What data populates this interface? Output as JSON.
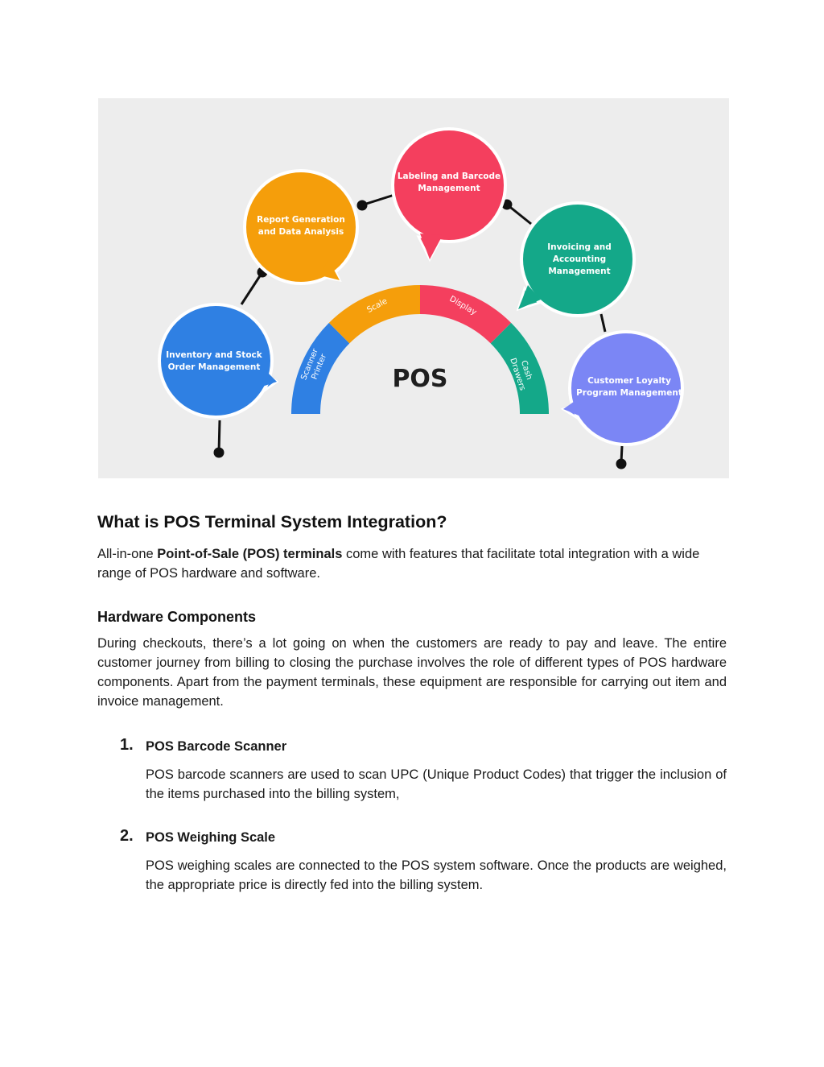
{
  "diagram": {
    "center_label": "POS",
    "arc_segments": [
      {
        "label_lines": [
          "Scanner",
          "Printer"
        ],
        "color": "#2f80e3"
      },
      {
        "label_lines": [
          "Scale"
        ],
        "color": "#f59e0b"
      },
      {
        "label_lines": [
          "Display"
        ],
        "color": "#f43f5e"
      },
      {
        "label_lines": [
          "Cash",
          "Drawers"
        ],
        "color": "#14a889"
      }
    ],
    "bubbles": [
      {
        "lines": [
          "Inventory and Stock",
          "Order Management"
        ],
        "color": "#2f80e3"
      },
      {
        "lines": [
          "Report Generation",
          "and Data Analysis"
        ],
        "color": "#f59e0b"
      },
      {
        "lines": [
          "Labeling and Barcode",
          "Management"
        ],
        "color": "#f43f5e"
      },
      {
        "lines": [
          "Invoicing and",
          "Accounting",
          "Management"
        ],
        "color": "#14a889"
      },
      {
        "lines": [
          "Customer Loyalty",
          "Program Management"
        ],
        "color": "#7b86f5"
      }
    ]
  },
  "section": {
    "title": "What is POS Terminal System Integration?",
    "intro_pre": "All-in-one ",
    "intro_bold": "Point-of-Sale (POS) terminals",
    "intro_post": " come with features that facilitate total integration with a wide range of POS hardware and software."
  },
  "hardware": {
    "title": "Hardware Components",
    "body": "During checkouts, there’s a lot going on when the customers are ready to pay and leave. The entire customer journey from billing to closing the purchase involves the role of different types of POS hardware components. Apart from the payment terminals, these equipment are responsible for carrying out item and invoice management."
  },
  "items": [
    {
      "number": "1.",
      "title": "POS Barcode Scanner",
      "desc": "POS barcode scanners are used to scan UPC (Unique Product Codes) that trigger the inclusion of the items purchased into the billing system,"
    },
    {
      "number": "2.",
      "title": "POS Weighing Scale",
      "desc": "POS weighing scales are connected to the POS system software. Once the products are weighed, the appropriate price is directly fed into the billing system."
    }
  ]
}
